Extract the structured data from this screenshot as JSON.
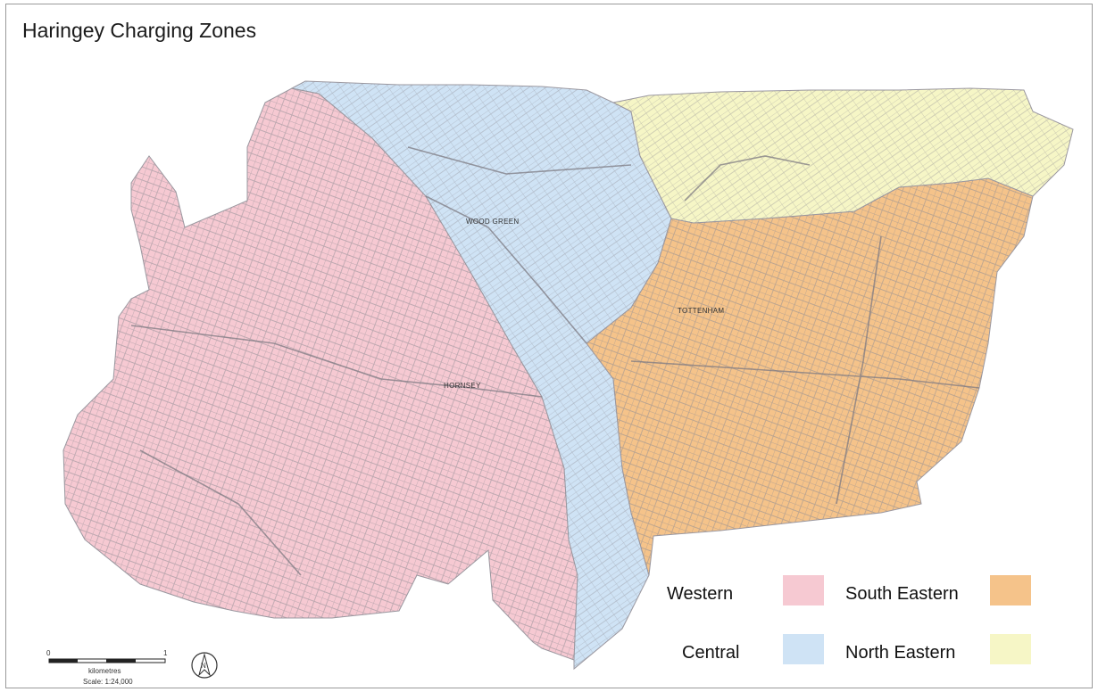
{
  "title": "Haringey Charging Zones",
  "zones": [
    {
      "id": "western",
      "name": "Western",
      "color": "#f6c9d2"
    },
    {
      "id": "central",
      "name": "Central",
      "color": "#cfe3f5"
    },
    {
      "id": "south_eastern",
      "name": "South Eastern",
      "color": "#f5c38a"
    },
    {
      "id": "north_eastern",
      "name": "North Eastern",
      "color": "#f6f6c6"
    }
  ],
  "place_labels": [
    "WOOD GREEN",
    "TOTTENHAM",
    "HORNSEY"
  ],
  "scale_bar": {
    "start": "0",
    "end": "1",
    "unit": "kilometres",
    "scale": "Scale: 1:24,000"
  },
  "north_arrow": "N",
  "icons": [
    "north-arrow-icon",
    "scale-bar-icon"
  ]
}
